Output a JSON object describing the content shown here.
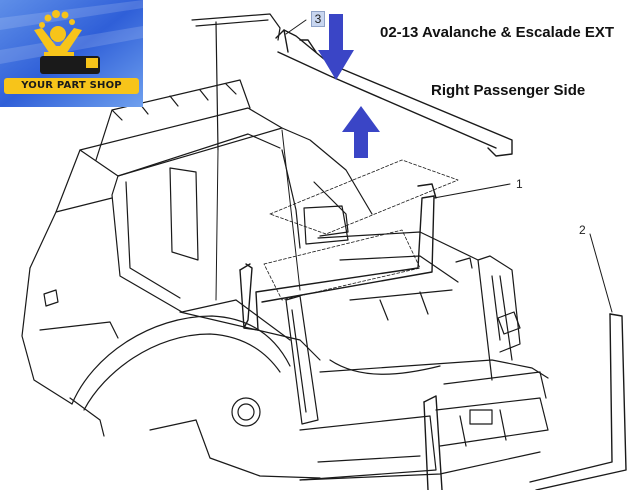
{
  "logo": {
    "text": "YOUR PART SHOP",
    "colors": {
      "sky": "#3f6fe0",
      "figure": "#f7c41a",
      "cart": "#1a1a1a"
    }
  },
  "title": "02-13 Avalanche & Escalade EXT",
  "subtitle": "Right Passenger Side",
  "callouts": {
    "c1": "1",
    "c2": "2",
    "c3": "3"
  },
  "colors": {
    "arrow": "#3a45c6",
    "line": "#1a1a1a"
  }
}
